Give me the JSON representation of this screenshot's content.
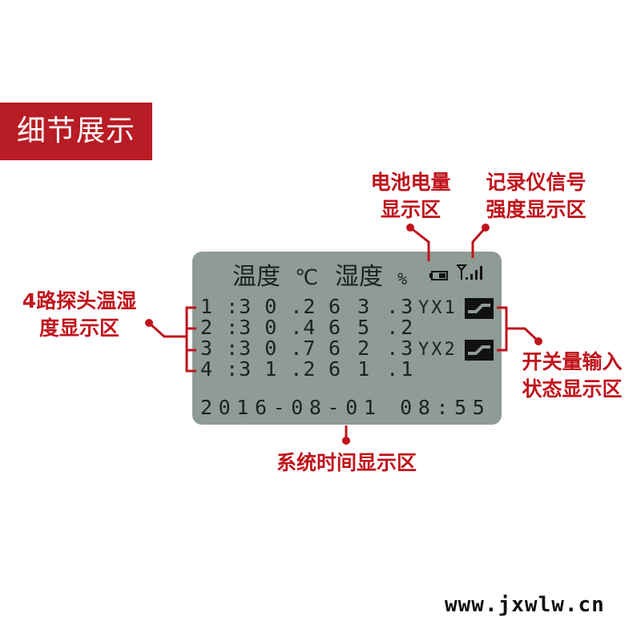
{
  "banner": {
    "title": "细节展示"
  },
  "callouts": {
    "battery": [
      "电池电量",
      "显示区"
    ],
    "signal": [
      "记录仪信号",
      "强度显示区"
    ],
    "probes": [
      "4路探头温湿",
      "度显示区"
    ],
    "switch": [
      "开关量输入",
      "状态显示区"
    ],
    "time": "系统时间显示区"
  },
  "lcd": {
    "header_temp": "温度",
    "temp_unit": "℃",
    "header_hum": "湿度",
    "hum_unit": "%",
    "rows": [
      {
        "temp": "1 :3 0 .2",
        "hum": "6 3 .3"
      },
      {
        "temp": "2 :3 0 .4",
        "hum": "6 5 .2"
      },
      {
        "temp": "3 :3 0 .7",
        "hum": "6 2 .3"
      },
      {
        "temp": "4 :3 1 .2",
        "hum": "6 1 .1"
      }
    ],
    "switches": [
      {
        "label": "YX1"
      },
      {
        "label": "YX2"
      }
    ],
    "datetime": "2016-08-01 08:55",
    "battery_icon": "battery-icon",
    "signal_icon": "signal-icon"
  },
  "watermark": "www.jxwlw.cn",
  "colors": {
    "accent": "#c0141c",
    "banner": "#b81c24",
    "lcd": "#8f9b95"
  }
}
